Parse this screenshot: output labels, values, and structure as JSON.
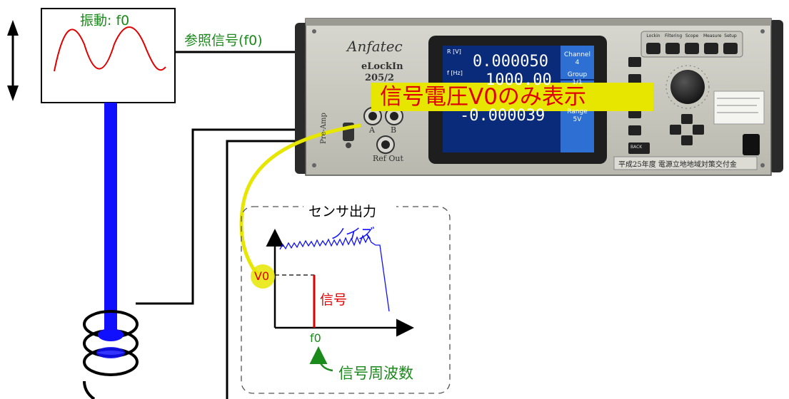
{
  "colors": {
    "green": "#1a8a1a",
    "red": "#e00000",
    "blue": "#1010ff",
    "yellow": "#e6e600",
    "screen_blue": "#2d6fd2"
  },
  "vibration": {
    "label": "振動: f0"
  },
  "reference": {
    "label": "参照信号(f0)"
  },
  "callout": {
    "text": "信号電圧V0のみ表示"
  },
  "instrument": {
    "brand": "Anfatec",
    "model_line1": "eLockIn",
    "model_line2": "205/2",
    "input_a": "A",
    "input_b": "B",
    "ref_out": "Ref Out",
    "preamp": "Pre-Amp",
    "back_key": "BACK",
    "bottom_plate": "平成25年度 電源立地地域対策交付金",
    "top_keys": [
      "Lockin",
      "Filtering",
      "Scope",
      "Measure",
      "Setup"
    ],
    "display": {
      "row1_label": "R [V]",
      "row1_value": "0.000050",
      "row2_label": "f [Hz]",
      "row2_value": "1000.00",
      "row4_value": "-0.000039",
      "side_buttons": [
        {
          "line1": "Channel",
          "line2": "4"
        },
        {
          "line1": "Group",
          "line2": "1/1"
        },
        {
          "line1": "Range",
          "line2": "5V"
        }
      ]
    }
  },
  "sensor_output": {
    "title": "センサ出力",
    "noise_label": "ノイズ",
    "v0_label": "V0",
    "signal_label": "信号",
    "f0_label": "f0",
    "freq_label": "信号周波数"
  }
}
